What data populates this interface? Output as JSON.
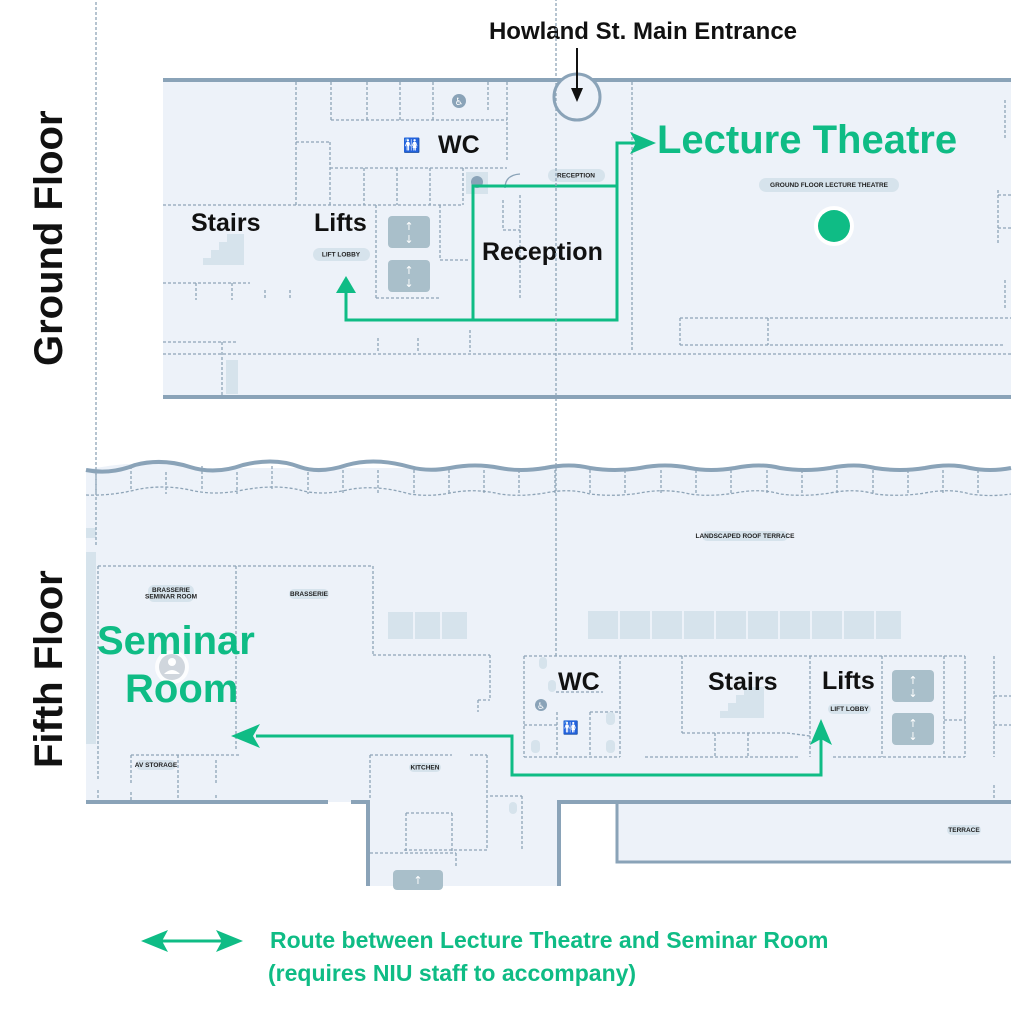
{
  "entrance": {
    "label": "Howland St. Main Entrance"
  },
  "ground_floor": {
    "title": "Ground Floor",
    "labels": {
      "stairs": "Stairs",
      "lifts": "Lifts",
      "wc": "WC",
      "reception": "Reception",
      "lecture_theatre": "Lecture Theatre"
    },
    "pills": {
      "lift_lobby": "LIFT LOBBY",
      "reception": "RECEPTION",
      "lecture_theatre": "GROUND FLOOR LECTURE THEATRE"
    },
    "icons": [
      "wheelchair-icon",
      "toilet-icon",
      "entrance-arrow-icon",
      "lift-icon",
      "stairs-icon",
      "destination-marker-icon"
    ]
  },
  "fifth_floor": {
    "title": "Fifth Floor",
    "labels": {
      "seminar_room": "Seminar Room",
      "seminar_line1": "Seminar",
      "seminar_line2": "Room",
      "wc": "WC",
      "stairs": "Stairs",
      "lifts": "Lifts"
    },
    "pills": {
      "roof_terrace": "LANDSCAPED ROOF TERRACE",
      "brasserie_seminar": [
        "BRASSERIE",
        "SEMINAR ROOM"
      ],
      "brasserie": "BRASSERIE",
      "av_storage": "AV STORAGE",
      "kitchen": "KITCHEN",
      "lift_lobby": "LIFT LOBBY",
      "terrace": "TERRACE"
    },
    "icons": [
      "wheelchair-icon",
      "toilet-icon",
      "lift-icon",
      "stairs-icon",
      "person-icon"
    ]
  },
  "legend": {
    "icon": "double-arrow-icon",
    "line1": "Route between Lecture Theatre and Seminar Room",
    "line2": "(requires NIU staff to accompany)"
  },
  "colors": {
    "route": "#0fbc85",
    "wall": "#8aa3b8",
    "floor": "#edf2f9",
    "pill": "#d6e3ec"
  }
}
